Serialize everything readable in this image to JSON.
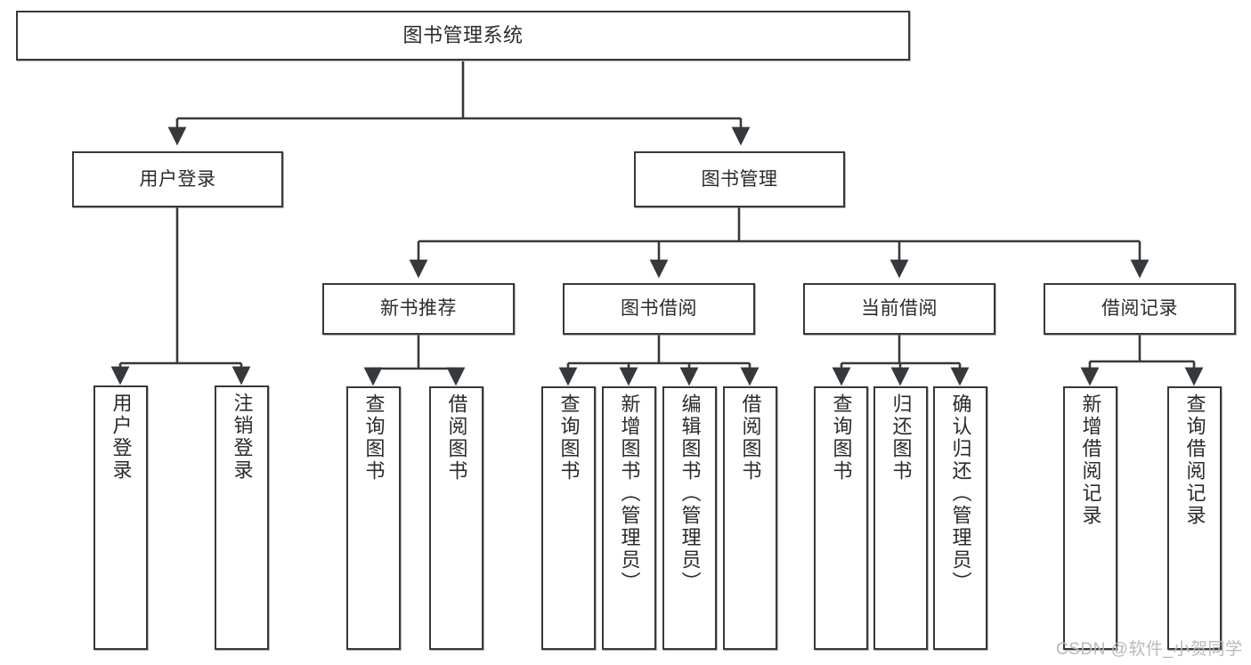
{
  "diagram": {
    "title": "图书管理系统",
    "type": "hierarchy-tree",
    "watermark": "CSDN @软件_小贺同学",
    "colors": {
      "box_border": "#36393b",
      "box_fill": "#ffffff",
      "edge": "#36393b",
      "text": "#2b2b2b",
      "watermark": "#b9b9b9",
      "canvas": "#ffffff"
    },
    "levels": {
      "root": {
        "label": "图书管理系统"
      },
      "level2": [
        {
          "label": "用户登录"
        },
        {
          "label": "图书管理"
        }
      ],
      "level3": [
        {
          "label": "新书推荐"
        },
        {
          "label": "图书借阅"
        },
        {
          "label": "当前借阅"
        },
        {
          "label": "借阅记录"
        }
      ],
      "leaves": {
        "user_login": [
          {
            "label": "用户登录"
          },
          {
            "label": "注销登录"
          }
        ],
        "new_book_recommend": [
          {
            "label": "查询图书"
          },
          {
            "label": "借阅图书"
          }
        ],
        "book_borrow": [
          {
            "label": "查询图书"
          },
          {
            "label": "新增图书（管理员）"
          },
          {
            "label": "编辑图书（管理员）"
          },
          {
            "label": "借阅图书"
          }
        ],
        "current_borrow": [
          {
            "label": "查询图书"
          },
          {
            "label": "归还图书"
          },
          {
            "label": "确认归还（管理员）"
          }
        ],
        "borrow_record": [
          {
            "label": "新增借阅记录"
          },
          {
            "label": "查询借阅记录"
          }
        ]
      }
    }
  }
}
